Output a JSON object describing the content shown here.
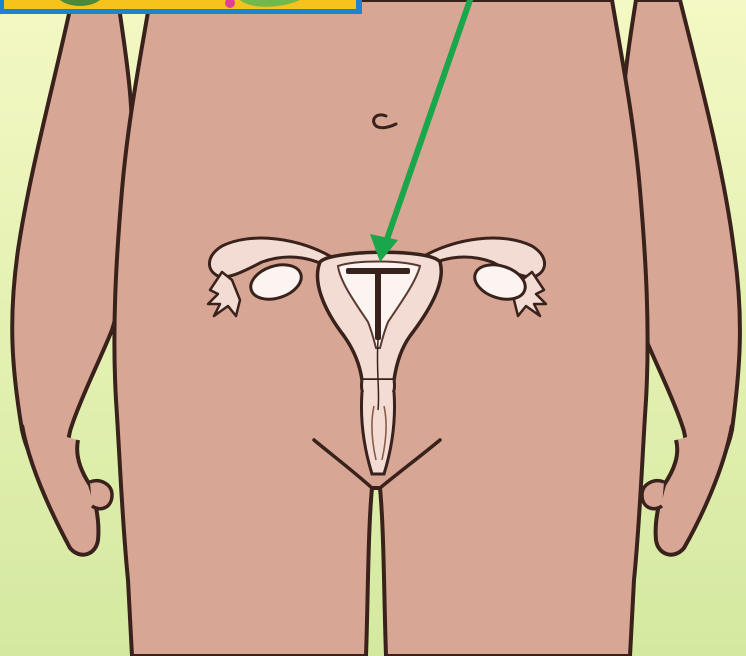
{
  "diagram": {
    "subject": "female-lower-torso-with-reproductive-organs",
    "device_shown": "iud",
    "pointer": {
      "color": "#1aa64a",
      "target": "iud"
    },
    "inset_thumbnail": {
      "frame_color": "#1e82d2",
      "fill_color": "#f6c21c"
    },
    "colors": {
      "background_top": "#f4f8c4",
      "background_bottom": "#d4e9a0",
      "skin": "#d8a694",
      "outline": "#3a221c",
      "organ_fill": "#f2dcd4",
      "organ_light": "#fbf4f1"
    }
  }
}
